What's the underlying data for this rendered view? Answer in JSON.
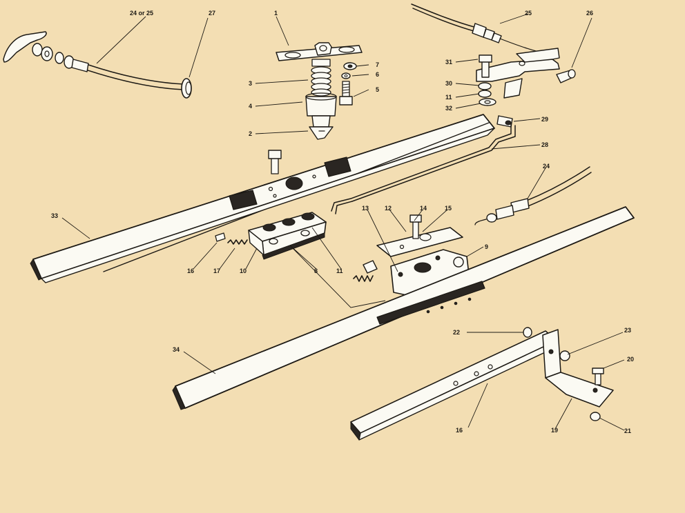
{
  "colors": {
    "paper": "#f3deb3",
    "ink": "#1c1914",
    "part": "#fbfaf3"
  },
  "callouts": {
    "c1": "1",
    "c2": "2",
    "c3": "3",
    "c4": "4",
    "c5": "5",
    "c6": "6",
    "c7": "7",
    "c8": "8",
    "c9": "9",
    "c10": "10",
    "c11a": "11",
    "c11b": "11",
    "c12": "12",
    "c13": "13",
    "c14": "14",
    "c15": "15",
    "c16a": "16",
    "c16b": "16",
    "c17": "17",
    "c19": "19",
    "c20": "20",
    "c21": "21",
    "c22": "22",
    "c23": "23",
    "c24": "24",
    "c24or25": "24 or 25",
    "c25": "25",
    "c26": "26",
    "c27": "27",
    "c28": "28",
    "c29": "29",
    "c30": "30",
    "c31": "31",
    "c32": "32",
    "c33": "33",
    "c34": "34"
  }
}
